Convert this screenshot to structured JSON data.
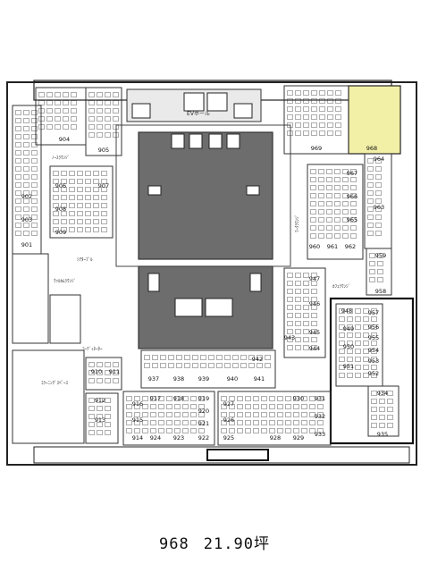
{
  "floor_plan": {
    "highlight_room": "968",
    "highlight_color": "#f2f0a6",
    "area_text": "21.90坪",
    "elevator_hall_label": "EVホール",
    "core_labels": [
      "ﾉｰｽﾗｳﾝｼﾞ",
      "ｼｱﾀｰﾌﾞﾙ",
      "ｳｯﾙｶﾑﾗｳﾝｼﾞ",
      "ｺｰﾃﾞｨﾈｰﾀｰ",
      "ｺﾗｰﾆﾝｸﾞｽﾍﾟｰｽ",
      "ﾜｰｸﾗｳﾝｼﾞ",
      "ｶﾌｪﾗｳﾝｼﾞ"
    ],
    "rooms": {
      "r904": "904",
      "r905": "905",
      "r906": "906",
      "r907": "907",
      "r908": "908",
      "r909": "909",
      "r902": "902",
      "r903": "903",
      "r901": "901",
      "r969": "969",
      "r968": "968",
      "r967": "967",
      "r966": "966",
      "r965": "965",
      "r964": "964",
      "r963": "963",
      "r962": "962",
      "r961": "961",
      "r960": "960",
      "r959": "959",
      "r958": "958",
      "r947": "947",
      "r946": "946",
      "r945": "945",
      "r944": "944",
      "r943": "943",
      "r948": "948",
      "r949": "949",
      "r950": "950",
      "r951": "951",
      "r952": "952",
      "r953": "953",
      "r954": "954",
      "r955": "955",
      "r956": "956",
      "r957": "957",
      "r934": "934",
      "r935": "935",
      "r937": "937",
      "r938": "938",
      "r939": "939",
      "r940": "940",
      "r941": "941",
      "r942": "942",
      "r910": "910",
      "r911": "911",
      "r912": "912",
      "r913": "913",
      "r914": "914",
      "r915": "915",
      "r916": "916",
      "r917": "917",
      "r918": "918",
      "r919": "919",
      "r920": "920",
      "r921": "921",
      "r922": "922",
      "r923": "923",
      "r924": "924",
      "r925": "925",
      "r926": "926",
      "r927": "927",
      "r928": "928",
      "r929": "929",
      "r930": "930",
      "r931": "931",
      "r932": "932",
      "r933": "933"
    }
  }
}
